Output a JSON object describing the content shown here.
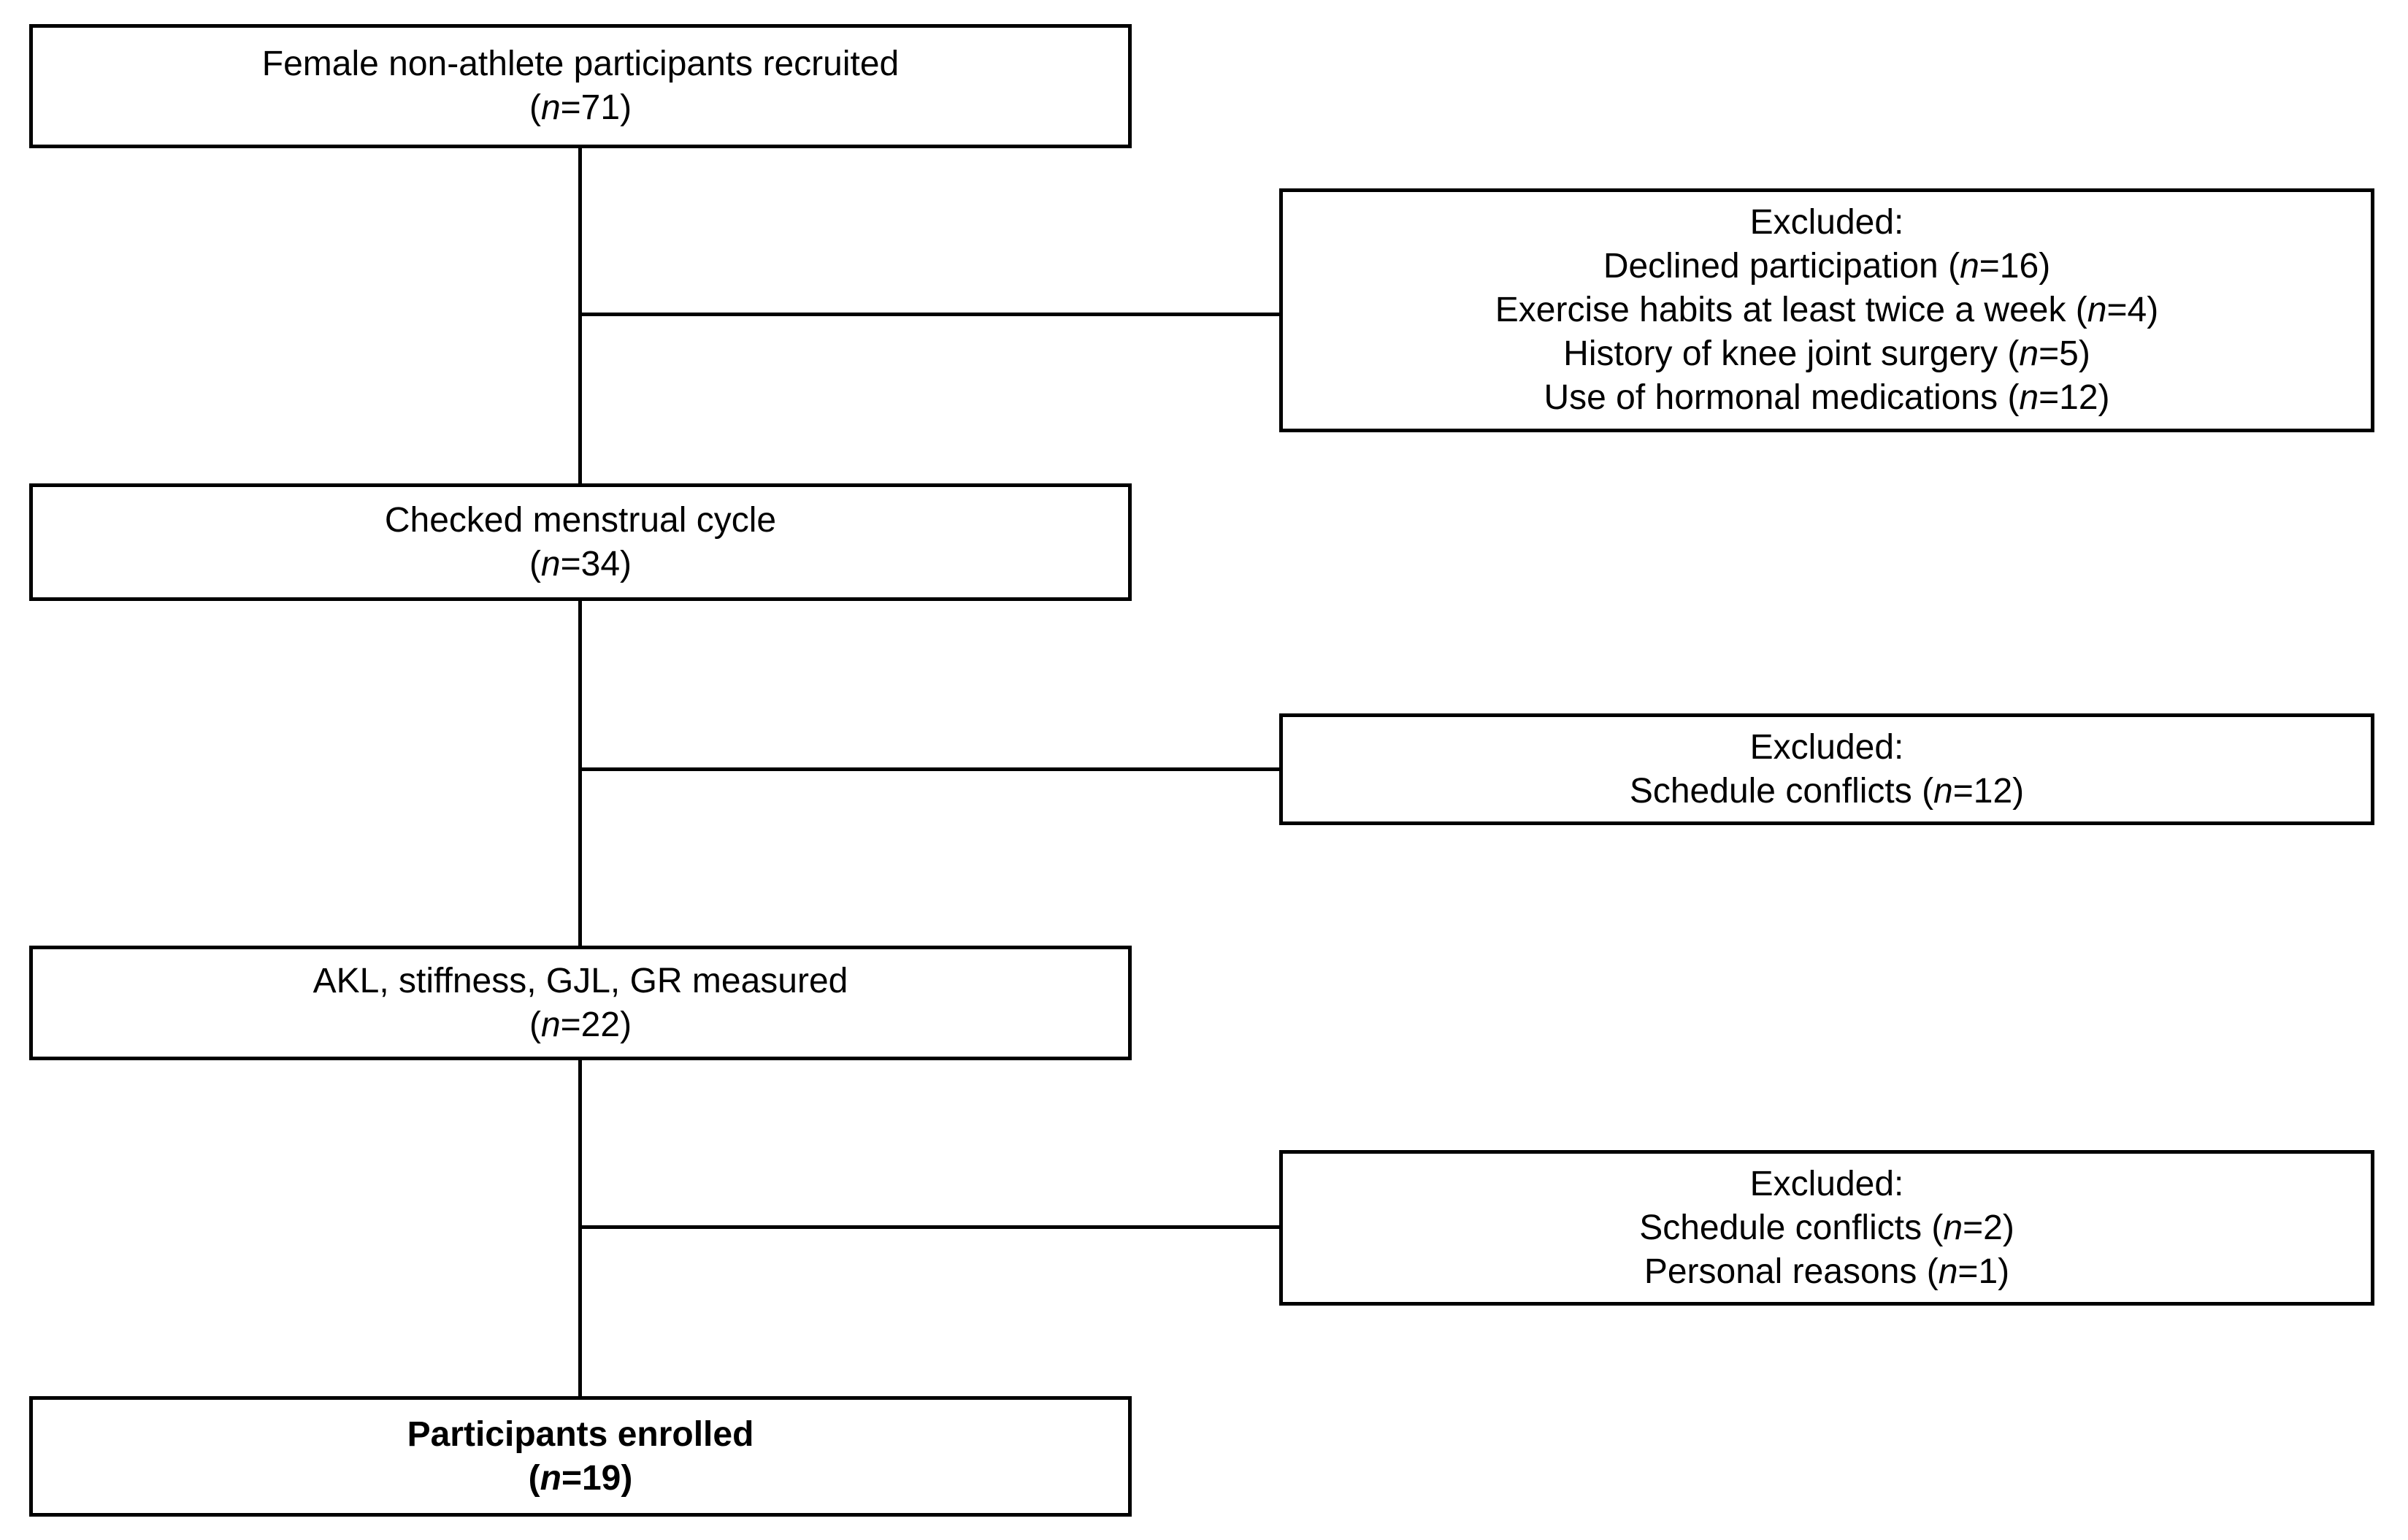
{
  "figure": {
    "type": "participant-flow-diagram",
    "colors": {
      "box_border": "#000000",
      "text": "#000000",
      "background": "#ffffff"
    },
    "main_boxes": [
      {
        "id": "recruited",
        "lines": [
          "Female non-athlete participants recruited",
          "(n=71)"
        ],
        "n": 71,
        "bold": false
      },
      {
        "id": "menstrual-cycle-checked",
        "lines": [
          "Checked menstrual cycle",
          "(n=34)"
        ],
        "n": 34,
        "bold": false
      },
      {
        "id": "measurements-taken",
        "lines": [
          "AKL, stiffness, GJL, GR measured",
          "(n=22)"
        ],
        "n": 22,
        "bold": false
      },
      {
        "id": "enrolled",
        "lines": [
          "Participants enrolled",
          "(n=19)"
        ],
        "n": 19,
        "bold": true
      }
    ],
    "excluded_boxes": [
      {
        "id": "excluded-after-recruitment",
        "lines": [
          "Excluded:",
          "Declined participation (n=16)",
          "Exercise habits at least twice a week (n=4)",
          "History of knee joint surgery (n=5)",
          "Use of hormonal medications (n=12)"
        ],
        "reasons": [
          {
            "label": "Declined participation",
            "n": 16
          },
          {
            "label": "Exercise habits at least twice a week",
            "n": 4
          },
          {
            "label": "History of knee joint surgery",
            "n": 5
          },
          {
            "label": "Use of hormonal medications",
            "n": 12
          }
        ]
      },
      {
        "id": "excluded-after-cycle-check",
        "lines": [
          "Excluded:",
          "Schedule conflicts (n=12)"
        ],
        "reasons": [
          {
            "label": "Schedule conflicts",
            "n": 12
          }
        ]
      },
      {
        "id": "excluded-after-measurement",
        "lines": [
          "Excluded:",
          "Schedule conflicts (n=2)",
          "Personal reasons (n=1)"
        ],
        "reasons": [
          {
            "label": "Schedule conflicts",
            "n": 2
          },
          {
            "label": "Personal reasons",
            "n": 1
          }
        ]
      }
    ]
  }
}
